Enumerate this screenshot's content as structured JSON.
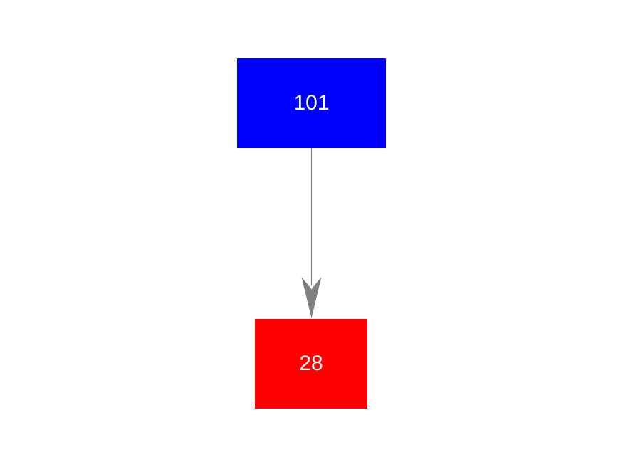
{
  "diagram": {
    "background": "#ffffff",
    "nodes": [
      {
        "id": "101",
        "label": "101",
        "fill": "#0000ff",
        "text_color": "#ffffff"
      },
      {
        "id": "28",
        "label": "28",
        "fill": "#ff0000",
        "text_color": "#ffffff"
      }
    ],
    "edges": [
      {
        "from": "101",
        "to": "28",
        "line_color": "#808080",
        "arrowhead_color": "#808080"
      }
    ]
  }
}
